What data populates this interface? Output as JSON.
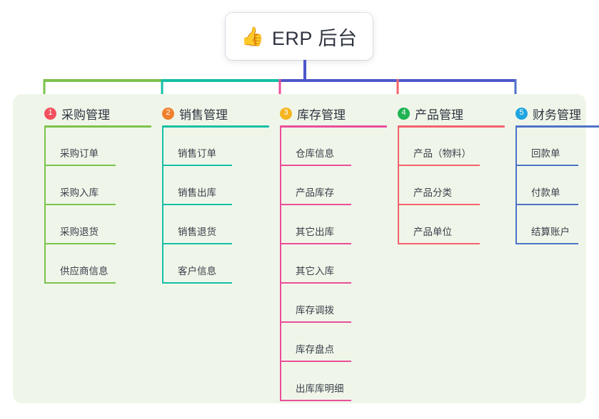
{
  "root": {
    "icon": "thumbs-up-icon",
    "emoji": "👍",
    "title": "ERP 后台"
  },
  "card": {
    "background_color": "#eff6e9"
  },
  "connectors": {
    "stem_color": "#4e57c8",
    "bar_segments": [
      {
        "color": "#7cc24c"
      },
      {
        "color": "#15bfa5"
      },
      {
        "color": "#4e57c8"
      },
      {
        "color": "#4e57c8"
      }
    ]
  },
  "branches": [
    {
      "index": "1",
      "title": "采购管理",
      "color": "#7cc24c",
      "badge_color": "#f2515d",
      "leaves": [
        "采购订单",
        "采购入库",
        "采购退货",
        "供应商信息"
      ]
    },
    {
      "index": "2",
      "title": "销售管理",
      "color": "#15bfa5",
      "badge_color": "#f0802c",
      "leaves": [
        "销售订单",
        "销售出库",
        "销售退货",
        "客户信息"
      ]
    },
    {
      "index": "3",
      "title": "库存管理",
      "color": "#ec4d9a",
      "badge_color": "#f5b51f",
      "leaves": [
        "仓库信息",
        "产品库存",
        "其它出库",
        "其它入库",
        "库存调拨",
        "库存盘点",
        "出库库明细"
      ]
    },
    {
      "index": "4",
      "title": "产品管理",
      "color": "#f4626b",
      "badge_color": "#1fb352",
      "leaves": [
        "产品（物料）",
        "产品分类",
        "产品单位"
      ]
    },
    {
      "index": "5",
      "title": "财务管理",
      "color": "#4e72c8",
      "badge_color": "#1fa5e0",
      "leaves": [
        "回款单",
        "付款单",
        "结算账户"
      ]
    }
  ]
}
